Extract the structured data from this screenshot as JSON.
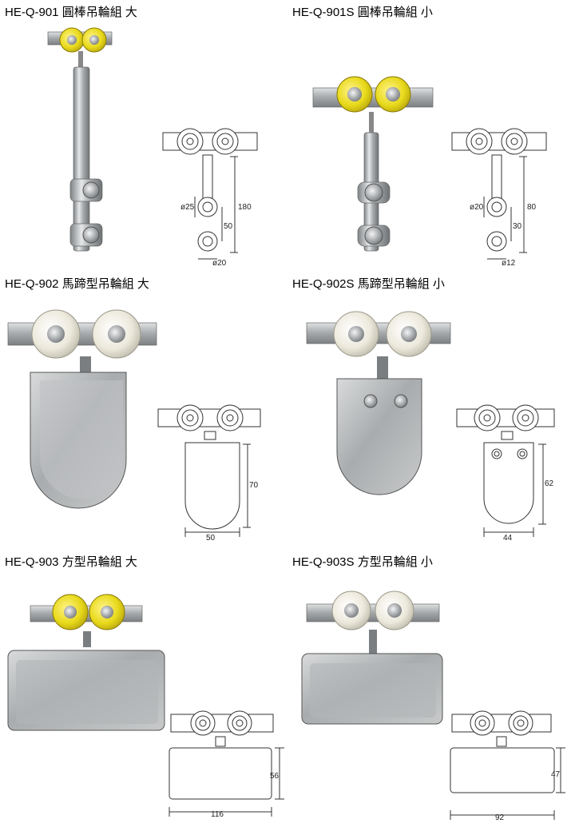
{
  "products": [
    {
      "title": "HE-Q-901 圓棒吊輪組 大",
      "dims": {
        "rod_dia": "ø25",
        "total": "180",
        "mid": "50",
        "base": "ø20"
      }
    },
    {
      "title": "HE-Q-901S 圓棒吊輪組 小",
      "dims": {
        "rod_dia": "ø20",
        "total": "80",
        "mid": "30",
        "base": "ø12"
      }
    },
    {
      "title": "HE-Q-902 馬蹄型吊輪組 大",
      "dims": {
        "height": "70",
        "width": "50"
      }
    },
    {
      "title": "HE-Q-902S 馬蹄型吊輪組 小",
      "dims": {
        "height": "62",
        "width": "44"
      }
    },
    {
      "title": "HE-Q-903 方型吊輪組 大",
      "dims": {
        "height": "56",
        "width": "116"
      }
    },
    {
      "title": "HE-Q-903S 方型吊輪組 小",
      "dims": {
        "height": "47",
        "width": "92"
      }
    }
  ],
  "colors": {
    "yellow_wheel": "#e8d91a",
    "white_wheel": "#ece9dc",
    "steel": "#b9bcbe",
    "line": "#333333"
  }
}
